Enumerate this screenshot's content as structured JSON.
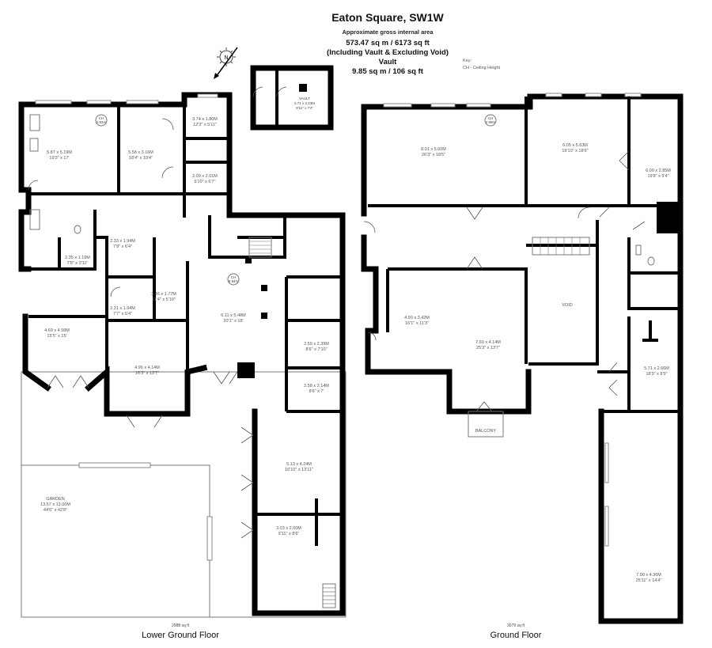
{
  "header": {
    "title": "Eaton Square, SW1W",
    "subtitle": "Approximate gross internal area",
    "total_area": "573.47 sq m /  6173 sq ft",
    "area_note": "(Including Vault & Excluding Void)",
    "vault_label": "Vault",
    "vault_area": "9.85 sq m /  106 sq ft"
  },
  "key": {
    "title": "Key:",
    "items": [
      "CH - Ceiling Height"
    ]
  },
  "compass": {
    "icon": "compass-north-icon",
    "letter": "N"
  },
  "vault": {
    "name": "VAULT",
    "metric": "2.71 x 2.23M",
    "imperial": "8'11\" x 7'4\""
  },
  "lower_ground": {
    "label": "Lower Ground Floor",
    "area": "2988 sq ft",
    "ceiling_heights": [
      "2.92m",
      "6.94m"
    ],
    "ch_label": "CH",
    "rooms": [
      {
        "metric": "5.87 x 5.19M",
        "imperial": "19'3\" x 17'"
      },
      {
        "metric": "5.58 x 3.16M",
        "imperial": "18'4\" x 10'4\""
      },
      {
        "metric": "3.74 x 1.80M",
        "imperial": "12'3\" x 5'11\""
      },
      {
        "metric": "2.09 x 2.01M",
        "imperial": "6'10\" x 6'7\""
      },
      {
        "metric": "2.35 x 1.19M",
        "imperial": "7'8\" x 3'11\""
      },
      {
        "metric": "2.33 x 1.94M",
        "imperial": "7'8\" x 6'4\""
      },
      {
        "metric": "3.46 x 1.77M",
        "imperial": "11'4\" x 5'10\""
      },
      {
        "metric": "2.31 x 1.94M",
        "imperial": "7'7\" x 6'4\""
      },
      {
        "metric": "6.11 x 5.48M",
        "imperial": "20'1\" x 18'"
      },
      {
        "metric": "4.69 x 4.58M",
        "imperial": "15'5\" x 15'"
      },
      {
        "metric": "4.96 x 4.14M",
        "imperial": "16'3\" x 13'7\""
      },
      {
        "metric": "2.59 x 2.39M",
        "imperial": "8'6\" x 7'10\""
      },
      {
        "metric": "2.58 x 2.14M",
        "imperial": "8'6\" x 7'"
      },
      {
        "metric": "5.13 x 4.24M",
        "imperial": "16'10\" x 13'11\""
      },
      {
        "metric": "3.03 x 2.60M",
        "imperial": "9'11\" x 8'6\""
      }
    ],
    "garden": {
      "name": "GARDEN",
      "metric": "13.57 x 13.00M",
      "imperial": "44'6\" x 42'8\""
    }
  },
  "ground": {
    "label": "Ground Floor",
    "area": "3079 sq ft",
    "ceiling_heights": [
      "2.99m"
    ],
    "ch_label": "CH",
    "rooms": [
      {
        "metric": "8.01 x 5.60M",
        "imperial": "26'3\" x 18'5\""
      },
      {
        "metric": "6.05 x 5.63M",
        "imperial": "19'10\" x 18'6\""
      },
      {
        "metric": "6.00 x 2.85M",
        "imperial": "19'8\" x 9'4\""
      },
      {
        "metric": "4.90 x 3.42M",
        "imperial": "16'1\" x 11'3\""
      },
      {
        "metric": "7.69 x 4.14M",
        "imperial": "25'3\" x 13'7\""
      },
      {
        "metric": "5.71 x 2.66M",
        "imperial": "18'9\" x 8'9\""
      },
      {
        "metric": "7.90 x 4.36M",
        "imperial": "25'11\" x 14'4\""
      }
    ],
    "void_label": "VOID",
    "balcony_label": "BALCONY"
  }
}
